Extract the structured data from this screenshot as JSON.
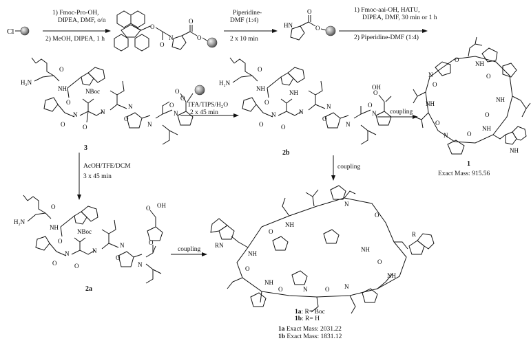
{
  "steps": {
    "s1_line1": "1) Fmoc-Pro-OH,",
    "s1_line2": "DIPEA, DMF, o/n",
    "s1_line3": "2) MeOH, DIPEA, 1 h",
    "s2_line1": "Piperidine-",
    "s2_line2": "DMF (1:4)",
    "s2_line3": "2 x 10 min",
    "s3_line1": "1) Fmoc-aai-OH, HATU,",
    "s3_line2": "DIPEA, DMF, 30 min or 1 h",
    "s3_line3": "2) Piperidine-DMF (1:4)",
    "s4_line1": "TFA/TIPS/H₂O",
    "s4_line2": "2 x 45 min",
    "s5_line1": "AcOH/TFE/DCM",
    "s5_line2": "3 x 45 min",
    "coupling_1": "coupling",
    "coupling_2": "coupling",
    "coupling_3": "coupling"
  },
  "compounds": {
    "c3": "3",
    "c2b": "2b",
    "c2a": "2a",
    "c1": "1",
    "c1a": "1a",
    "c1b": "1b"
  },
  "legend": {
    "r_boc": ": R= Boc",
    "r_h": ": R= H"
  },
  "masses": {
    "m1": "Exact Mass: 915.56",
    "m1a": "Exact Mass: 2031.22",
    "m1b": "Exact Mass: 1831.12"
  },
  "atoms": {
    "cl": "Cl",
    "h2n": "H₂N",
    "nboc": "NBoc",
    "nh": "NH",
    "hn": "HN",
    "oh": "OH",
    "rn": "RN",
    "r": "R"
  }
}
